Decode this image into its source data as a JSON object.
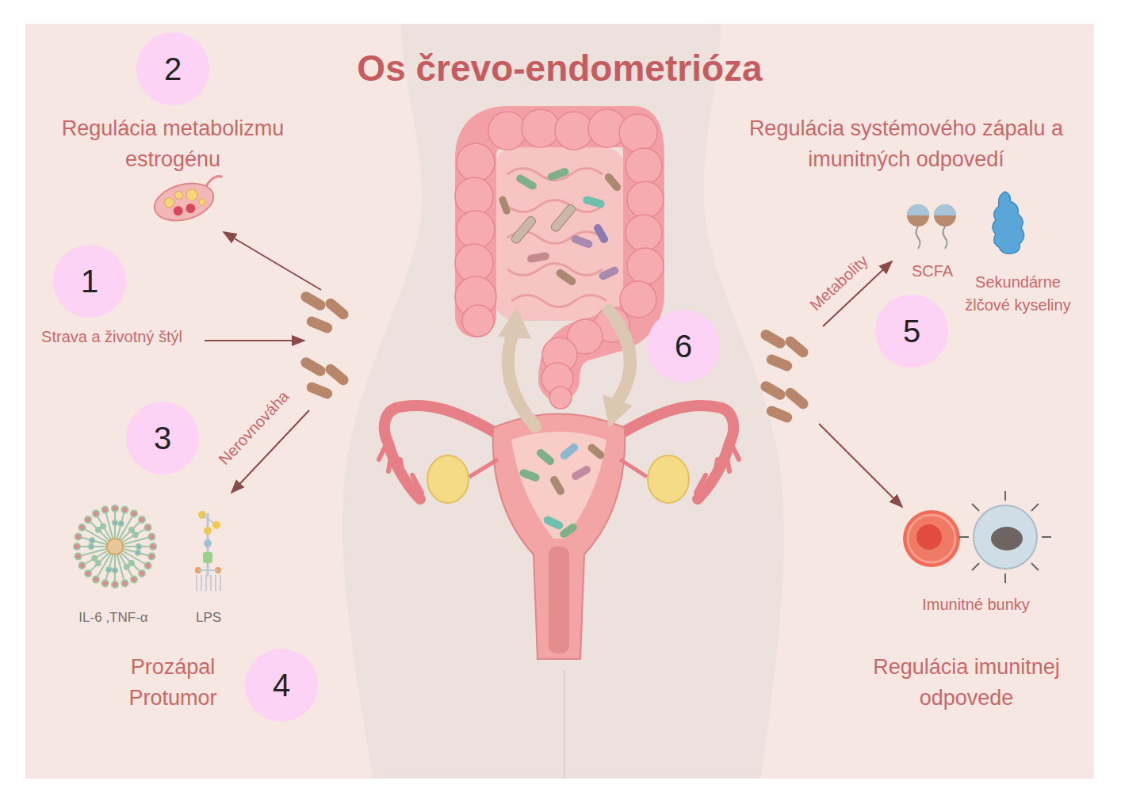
{
  "diagram": {
    "title": "Os črevo-endometrióza",
    "nodes": [
      {
        "text": [
          "2"
        ]
      },
      {
        "text": [
          "1"
        ]
      },
      {
        "text": [
          "5"
        ]
      },
      {
        "text": [
          "6"
        ]
      },
      {
        "text": [
          "3"
        ]
      },
      {
        "text": [
          "4"
        ]
      }
    ],
    "labels": [
      "Regulácia metabolizmu estrogénu",
      "Strava a životný štýl",
      "Regulácia systémového zápalu a imunitných odpovedí",
      "Metabolity",
      "SCFA",
      "Sekundárne žlčové kyseliny",
      "Nerovnováha",
      "IL-6 ,TNF-α",
      "LPS",
      "Imunitné bunky",
      "Prozápal Protumor",
      "Regulácia imunitnej odpovede"
    ]
  }
}
